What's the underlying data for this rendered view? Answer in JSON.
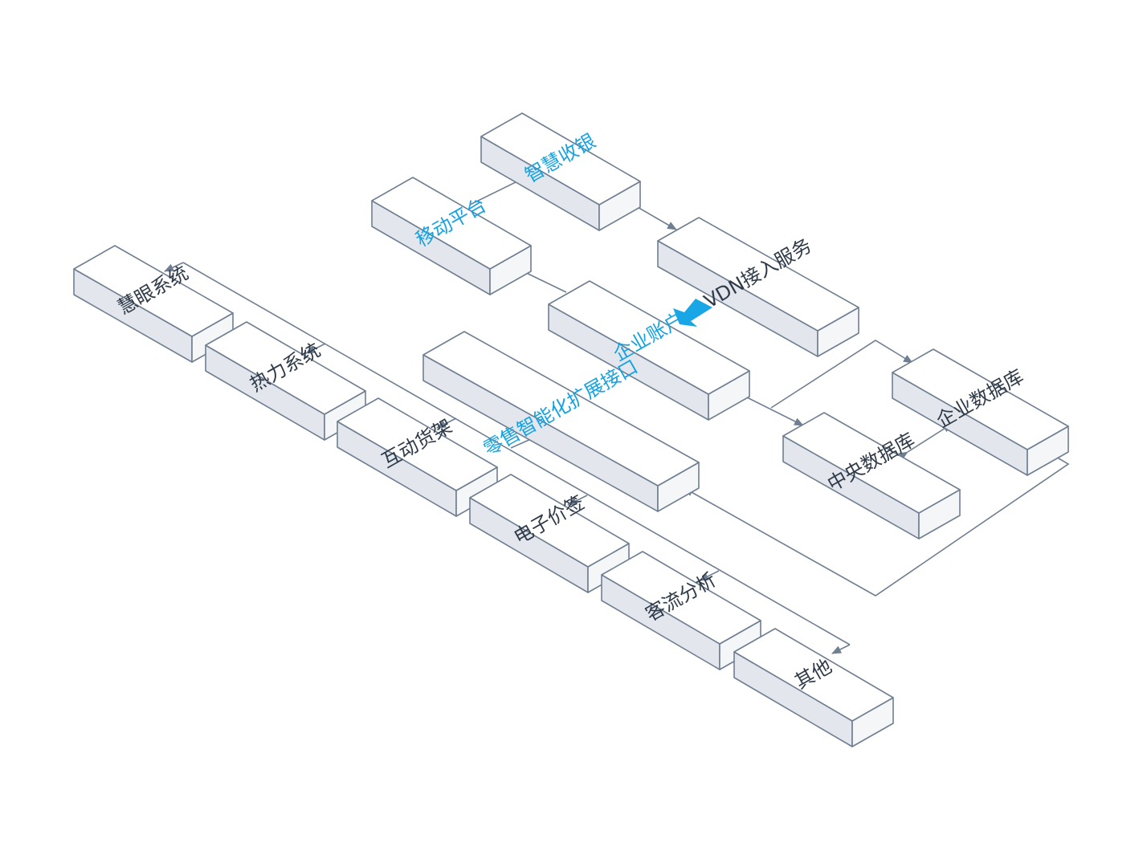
{
  "colors": {
    "box_stroke": "#6f7f91",
    "box_top": "#ffffff",
    "box_side_left": "#e3e7ed",
    "box_side_right": "#f4f6f8",
    "label_dark": "#2f3a48",
    "label_blue": "#16a2e2",
    "accent_arrow": "#19a6e6"
  },
  "nodes": {
    "smart_checkout": "智慧收银",
    "mobile_platform": "移动平台",
    "vdn_access": "VDN接入服务",
    "enterprise_account": "企业账户",
    "retail_interface": "零售智能化扩展接口",
    "enterprise_db": "企业数据库",
    "central_db": "中央数据库",
    "smart_eye": "慧眼系统",
    "heat_system": "热力系统",
    "interactive_shelf": "互动货架",
    "e_price_tag": "电子价签",
    "traffic_analysis": "客流分析",
    "others": "其他"
  }
}
